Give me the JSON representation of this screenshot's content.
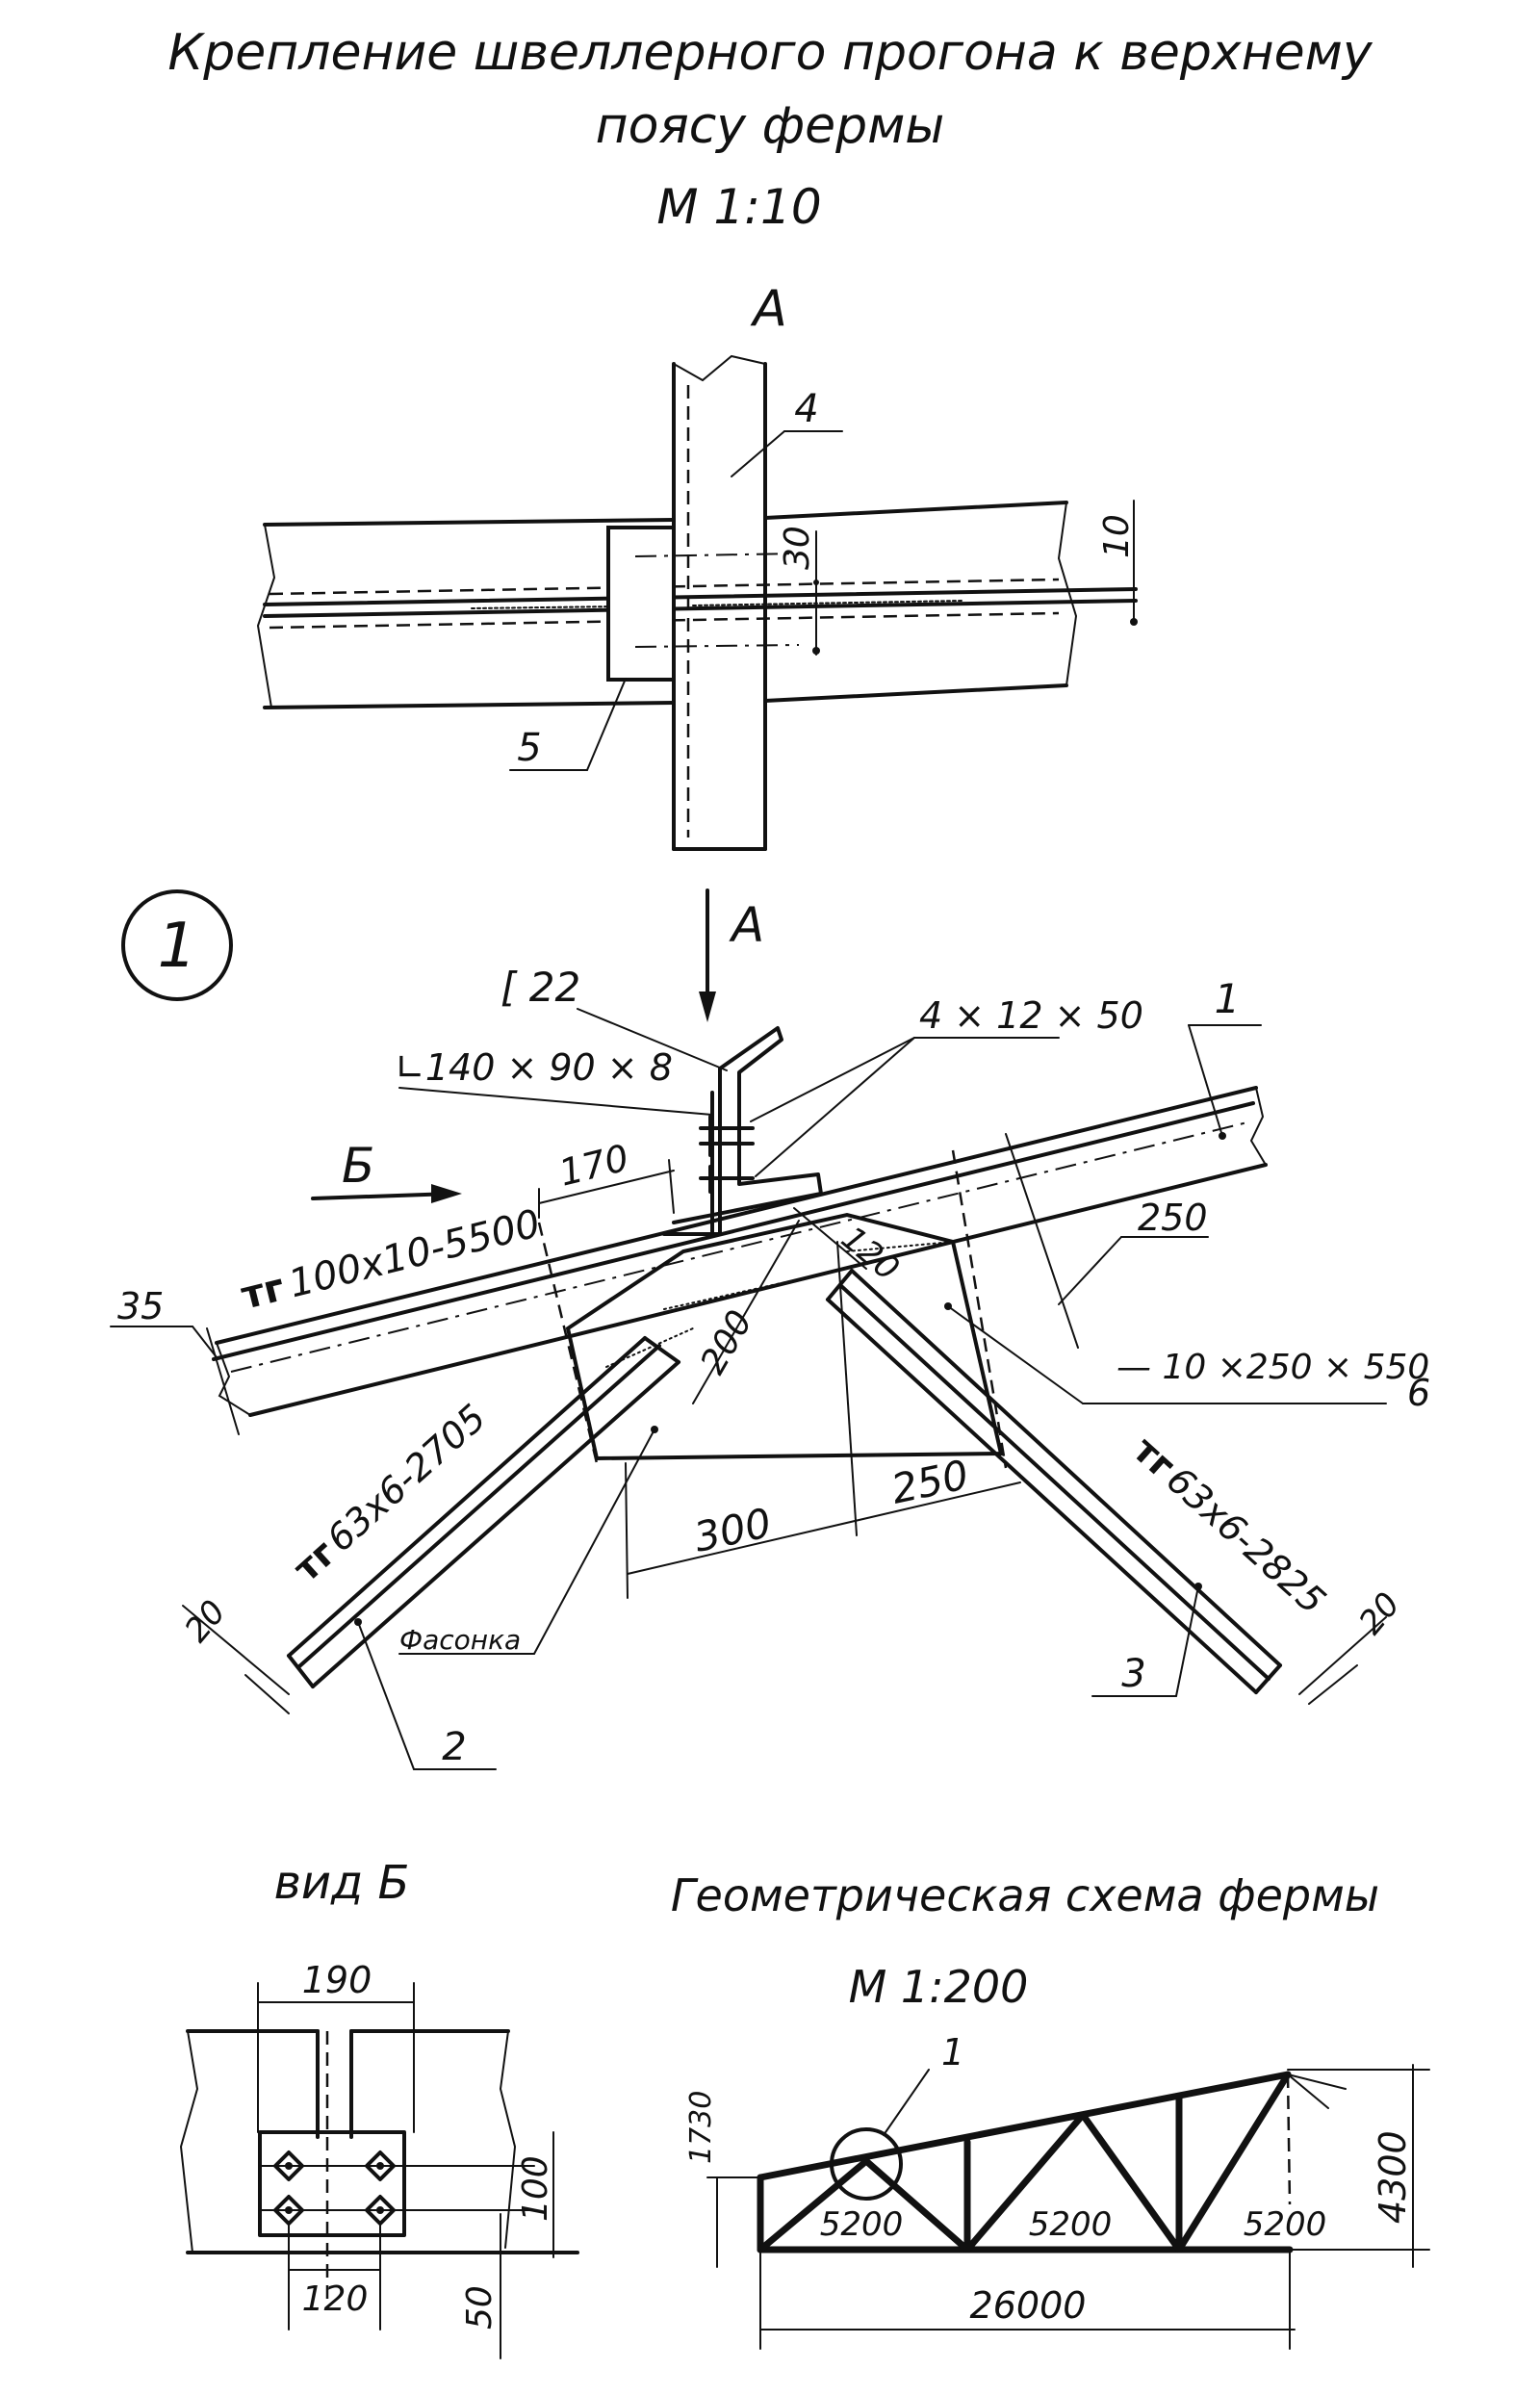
{
  "title": {
    "line1": "Крепление   швеллерного  прогона к верхнему",
    "line2": "поясу  фермы",
    "scale": "М 1:10"
  },
  "view_a": {
    "label": "А",
    "callouts": {
      "c4": "4",
      "c5": "5"
    },
    "dims": {
      "d30": "30",
      "d10": "10"
    }
  },
  "node": {
    "number": "1",
    "arrow_a_label": "А",
    "arrow_b_label": "Б",
    "callouts": {
      "c1": "1",
      "c2": "2",
      "c3": "3",
      "c6": "6"
    },
    "labels": {
      "channel": "[ 22",
      "angle": "∟140 × 90 × 8",
      "bolts": "4 × 12 × 50",
      "top_chord": "100x10-5500",
      "left_diag": "63x6-2705",
      "right_diag": "63x6-2825",
      "plate": "— 10 ×250 × 550",
      "gusset": "Фасонка"
    },
    "dims": {
      "d170": "170",
      "d250a": "250",
      "d120": "120",
      "d200": "200",
      "d35": "35",
      "d300": "300",
      "d250b": "250",
      "d20a": "20",
      "d20b": "20"
    }
  },
  "view_b": {
    "title": "вид  Б",
    "dims": {
      "d190": "190",
      "d100": "100",
      "d120": "120",
      "d50": "50"
    }
  },
  "scheme": {
    "title": "Геометрическая  схема  фермы",
    "scale": "М  1:200",
    "callout": "1",
    "dims": {
      "d1730": "1730",
      "d4300": "4300",
      "p1": "5200",
      "p2": "5200",
      "p3": "5200",
      "total": "26000"
    }
  }
}
